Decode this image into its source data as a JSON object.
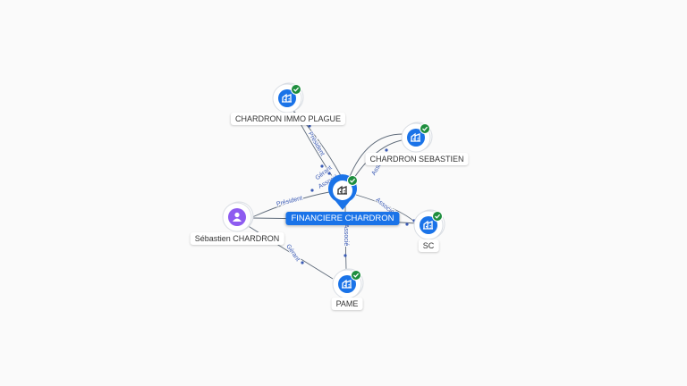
{
  "colors": {
    "company": "#1a73e8",
    "person": "#8e5cf0",
    "check": "#1e8e3e",
    "edge": "#5f6b7a",
    "edge_label": "#3b5bb5",
    "center_label_bg": "#1a73e8"
  },
  "nodes": {
    "center": {
      "label": "FINANCIERE CHARDRON",
      "type": "company",
      "icon": "building-icon"
    },
    "immo": {
      "label": "CHARDRON IMMO PLAGUE",
      "type": "company",
      "icon": "building-icon",
      "verified": true
    },
    "sebastien_co": {
      "label": "CHARDRON SEBASTIEN",
      "type": "company",
      "icon": "building-icon",
      "verified": true
    },
    "person": {
      "label": "Sébastien CHARDRON",
      "type": "person",
      "icon": "person-icon"
    },
    "sc": {
      "label": "SC",
      "type": "company",
      "icon": "building-icon",
      "verified": true
    },
    "pame": {
      "label": "PAME",
      "type": "company",
      "icon": "building-icon",
      "verified": true
    }
  },
  "edges": [
    {
      "from": "center",
      "to": "immo",
      "label": "Président"
    },
    {
      "from": "center",
      "to": "immo",
      "label": "Gérant"
    },
    {
      "from": "center",
      "to": "sebastien_co",
      "label": "Associé"
    },
    {
      "from": "center",
      "to": "sebastien_co",
      "label": "Associé"
    },
    {
      "from": "person",
      "to": "center",
      "label": "Président"
    },
    {
      "from": "person",
      "to": "sc",
      "label": "Associé"
    },
    {
      "from": "center",
      "to": "sc",
      "label": "Associé"
    },
    {
      "from": "center",
      "to": "pame",
      "label": "Associé"
    },
    {
      "from": "person",
      "to": "pame",
      "label": "Gérant"
    }
  ]
}
